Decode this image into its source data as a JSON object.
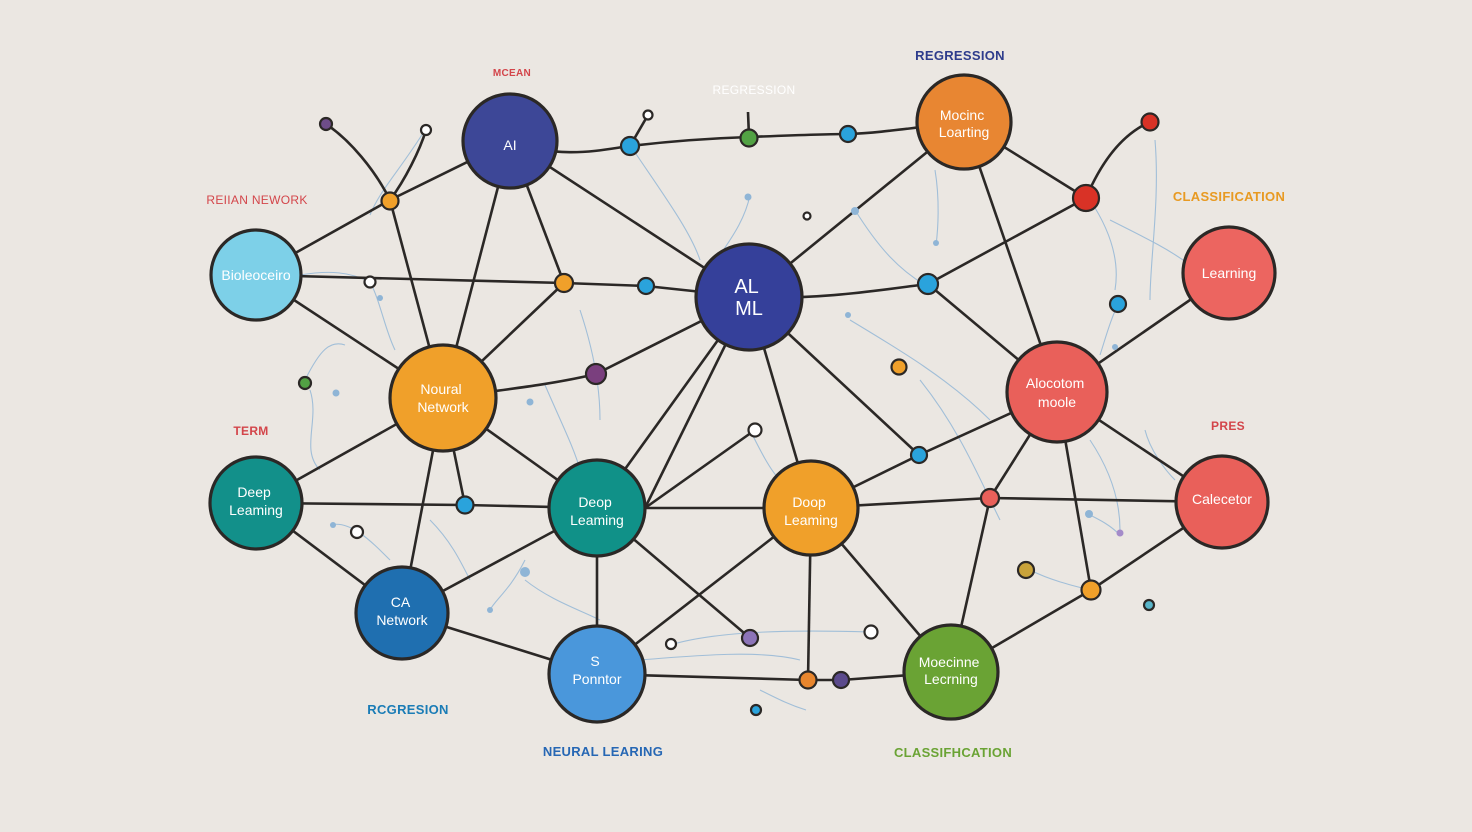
{
  "diagram": {
    "nodes": [
      {
        "id": "ai",
        "lines": [
          "AI"
        ],
        "color": "#3d4797"
      },
      {
        "id": "al-ml",
        "lines": [
          "AL",
          "ML"
        ],
        "color": "#35409a"
      },
      {
        "id": "machine-learning-top",
        "lines": [
          "Mocinc",
          "Loarting"
        ],
        "color": "#e88632"
      },
      {
        "id": "bioleocciro",
        "lines": [
          "Bioleoceiro"
        ],
        "color": "#7dd0e8"
      },
      {
        "id": "learning-right",
        "lines": [
          "Learning"
        ],
        "color": "#ec6560"
      },
      {
        "id": "neural-network",
        "lines": [
          "Noural",
          "Network"
        ],
        "color": "#f0a02a"
      },
      {
        "id": "alocortom-moole",
        "lines": [
          "Alocotom",
          "moole"
        ],
        "color": "#e9605a"
      },
      {
        "id": "deep-learning-left",
        "lines": [
          "Deep",
          "Leaming"
        ],
        "color": "#12908a"
      },
      {
        "id": "deep-learning-center",
        "lines": [
          "Deop",
          "Leaming"
        ],
        "color": "#109188"
      },
      {
        "id": "deep-learning-orange",
        "lines": [
          "Doop",
          "Leaming"
        ],
        "color": "#f0a02a"
      },
      {
        "id": "calecetor",
        "lines": [
          "Calecetor"
        ],
        "color": "#e9605a"
      },
      {
        "id": "ca-network",
        "lines": [
          "CA",
          "Network"
        ],
        "color": "#1f6fb0"
      },
      {
        "id": "s-ponntor",
        "lines": [
          "S",
          "Ponntor"
        ],
        "color": "#4a97db"
      },
      {
        "id": "moecinne-learning",
        "lines": [
          "Moecinne",
          "Lecrning"
        ],
        "color": "#6aa334"
      }
    ],
    "labels": [
      {
        "id": "mean",
        "text": "MCEAN",
        "color": "#d3454a"
      },
      {
        "id": "regression-top-center",
        "text": "REGRESSION",
        "color": "#ffffff"
      },
      {
        "id": "regression-top-right",
        "text": "REGRESSION",
        "color": "#2e3c8c"
      },
      {
        "id": "neural-network-label",
        "text": "REIIAN NEWORK",
        "color": "#d3454a"
      },
      {
        "id": "classification-top",
        "text": "CLASSIFICATION",
        "color": "#e89a22"
      },
      {
        "id": "term",
        "text": "TERM",
        "color": "#d3454a"
      },
      {
        "id": "pres",
        "text": "PRES",
        "color": "#d3454a"
      },
      {
        "id": "regression-bottom",
        "text": "RCGRESION",
        "color": "#1a7cb6"
      },
      {
        "id": "neural-learning",
        "text": "NEURAL LEARING",
        "color": "#2667b4"
      },
      {
        "id": "classification-bottom",
        "text": "CLASSIFHCATION",
        "color": "#6aa334"
      }
    ]
  }
}
